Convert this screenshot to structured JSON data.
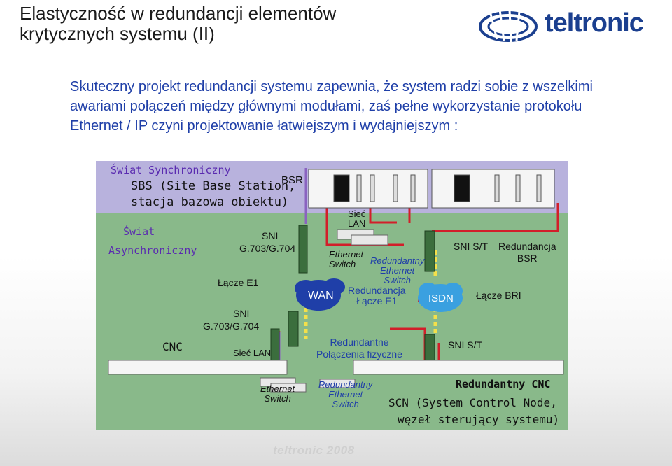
{
  "title": {
    "line1": "Elastyczność w redundancji elementów",
    "line2": "krytycznych systemu (II)"
  },
  "logo": {
    "text": "teltronic"
  },
  "headline": "Skuteczny projekt redundancji systemu zapewnia, że system radzi sobie z wszelkimi awariami połączeń między głównymi modułami, zaś pełne wykorzystanie protokołu Ethernet / IP czyni projektowanie łatwiejszym i wydajniejszym :",
  "diagram": {
    "sync_world": "Świat Synchroniczny",
    "sbs_line1": "SBS (Site Base Station,",
    "sbs_line2": "stacja bazowa obiektu)",
    "bsr": "BSR",
    "async_line1": "Świat",
    "async_line2": "Asynchroniczny",
    "sni_top": "SNI",
    "g703_top": "G.703/G.704",
    "lacze_e1": "Łącze E1",
    "sni_bottom": "SNI",
    "g703_bottom": "G.703/G.704",
    "siec_lan_bottom": "Sieć LAN",
    "cnc": "CNC",
    "siec_lan_top_1": "Sieć",
    "siec_lan_top_2": "LAN",
    "eth_switch_1": "Ethernet",
    "eth_switch_2": "Switch",
    "red_eth_1": "Redundantny",
    "red_eth_2": "Ethernet",
    "red_eth_3": "Switch",
    "red_e1_1": "Redundancja",
    "red_e1_2": "Łącze E1",
    "wan": "WAN",
    "isdn": "ISDN",
    "sni_st_top": "SNI S/T",
    "red_bsr_1": "Redundancja",
    "red_bsr_2": "BSR",
    "lacze_bri": "Łącze BRI",
    "red_phys_1": "Redundantne",
    "red_phys_2": "Połączenia fizyczne",
    "sni_st_bottom": "SNI S/T",
    "eth_sw_b1": "Ethernet",
    "eth_sw_b2": "Switch",
    "red_sw_b1": "Redundantny",
    "red_sw_b2": "Ethernet",
    "red_sw_b3": "Switch",
    "red_cnc": "Redundantny CNC",
    "scn_line1": "SCN (System Control Node,",
    "scn_line2": "węzeł sterujący systemu)"
  },
  "footer": "teltronic 2008",
  "colors": {
    "title": "#1a1a1a",
    "headline": "#1f3fa8",
    "logo": "#1b3f8f",
    "sync_band": "#b8b2dd",
    "async_area": "#89b98a",
    "link_red": "#d21e2a",
    "wan_cloud": "#1f3fa8",
    "isdn_cloud": "#3aa0e0"
  }
}
